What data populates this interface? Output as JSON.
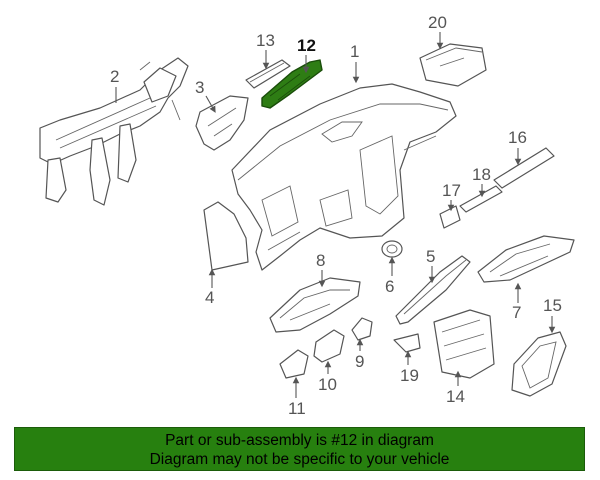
{
  "diagram": {
    "highlight_color": "#2e7d14",
    "callouts": {
      "c1": "1",
      "c2": "2",
      "c3": "3",
      "c4": "4",
      "c5": "5",
      "c6": "6",
      "c7": "7",
      "c8": "8",
      "c9": "9",
      "c10": "10",
      "c11": "11",
      "c12": "12",
      "c13": "13",
      "c14": "14",
      "c15": "15",
      "c16": "16",
      "c17": "17",
      "c18": "18",
      "c19": "19",
      "c20": "20"
    }
  },
  "banner": {
    "background": "#27800f",
    "line1": "Part or sub-assembly is #12 in diagram",
    "line2": "Diagram may not be specific to your vehicle"
  }
}
